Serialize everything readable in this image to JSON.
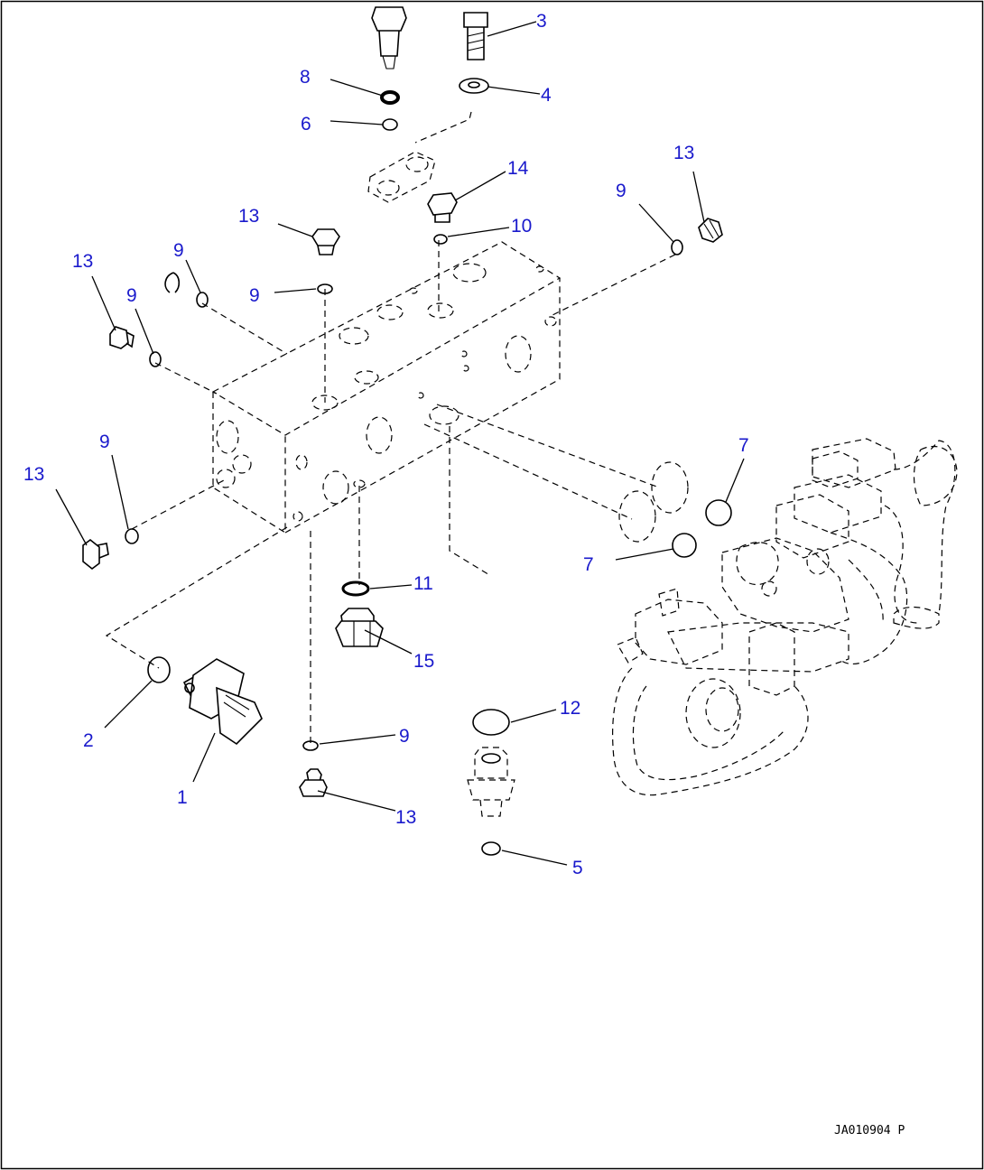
{
  "diagram": {
    "drawing_number": "JA010904 P",
    "callouts": [
      {
        "id": "c-3",
        "label": "3"
      },
      {
        "id": "c-8",
        "label": "8"
      },
      {
        "id": "c-4",
        "label": "4"
      },
      {
        "id": "c-6",
        "label": "6"
      },
      {
        "id": "c-14",
        "label": "14"
      },
      {
        "id": "c-13a",
        "label": "13"
      },
      {
        "id": "c-9a",
        "label": "9"
      },
      {
        "id": "c-13b",
        "label": "13"
      },
      {
        "id": "c-10",
        "label": "10"
      },
      {
        "id": "c-13c",
        "label": "13"
      },
      {
        "id": "c-9b",
        "label": "9"
      },
      {
        "id": "c-9c",
        "label": "9"
      },
      {
        "id": "c-9d",
        "label": "9"
      },
      {
        "id": "c-9e",
        "label": "9"
      },
      {
        "id": "c-13d",
        "label": "13"
      },
      {
        "id": "c-7a",
        "label": "7"
      },
      {
        "id": "c-7b",
        "label": "7"
      },
      {
        "id": "c-11",
        "label": "11"
      },
      {
        "id": "c-15",
        "label": "15"
      },
      {
        "id": "c-2",
        "label": "2"
      },
      {
        "id": "c-12",
        "label": "12"
      },
      {
        "id": "c-9f",
        "label": "9"
      },
      {
        "id": "c-1",
        "label": "1"
      },
      {
        "id": "c-13e",
        "label": "13"
      },
      {
        "id": "c-5",
        "label": "5"
      }
    ]
  }
}
